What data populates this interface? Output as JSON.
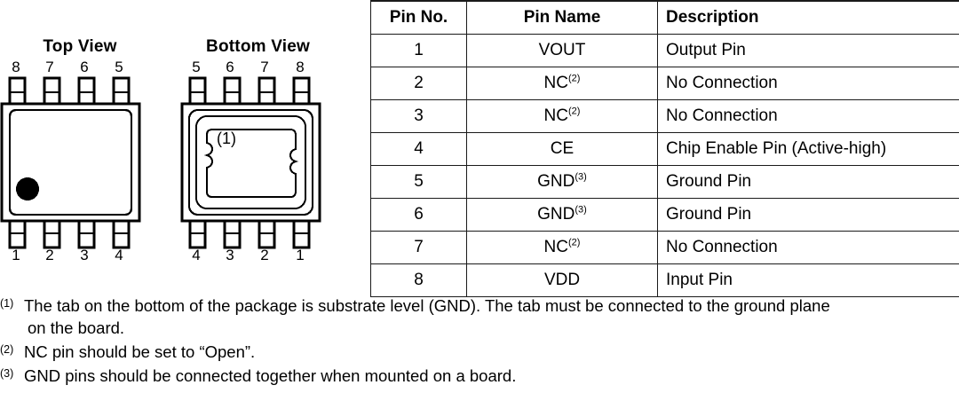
{
  "figures": {
    "top_view": {
      "title": "Top View",
      "top_pins": [
        "8",
        "7",
        "6",
        "5"
      ],
      "bottom_pins": [
        "1",
        "2",
        "3",
        "4"
      ],
      "marker_dot": "pin1-index-dot"
    },
    "bottom_view": {
      "title": "Bottom View",
      "top_pins": [
        "5",
        "6",
        "7",
        "8"
      ],
      "bottom_pins": [
        "4",
        "3",
        "2",
        "1"
      ],
      "tab_label": "(1)"
    }
  },
  "table": {
    "headers": [
      "Pin No.",
      "Pin Name",
      "Description"
    ],
    "rows": [
      {
        "no": "1",
        "name": "VOUT",
        "name_sup": "",
        "desc": "Output Pin"
      },
      {
        "no": "2",
        "name": "NC",
        "name_sup": "(2)",
        "desc": "No Connection"
      },
      {
        "no": "3",
        "name": "NC",
        "name_sup": "(2)",
        "desc": "No Connection"
      },
      {
        "no": "4",
        "name": "CE",
        "name_sup": "",
        "desc": "Chip Enable Pin (Active-high)"
      },
      {
        "no": "5",
        "name": "GND",
        "name_sup": "(3)",
        "desc": "Ground Pin"
      },
      {
        "no": "6",
        "name": "GND",
        "name_sup": "(3)",
        "desc": "Ground Pin"
      },
      {
        "no": "7",
        "name": "NC",
        "name_sup": "(2)",
        "desc": "No Connection"
      },
      {
        "no": "8",
        "name": "VDD",
        "name_sup": "",
        "desc": "Input Pin"
      }
    ]
  },
  "footnotes": [
    {
      "marker": "(1)",
      "text": "The tab on the bottom of the package is substrate level (GND). The tab must be connected to the ground plane",
      "continuation": "on the board."
    },
    {
      "marker": "(2)",
      "text": "NC pin should be set to “Open”.",
      "continuation": ""
    },
    {
      "marker": "(3)",
      "text": "GND pins should be connected together when mounted on a board.",
      "continuation": ""
    }
  ],
  "colors": {
    "ink": "#000000",
    "line": "#1a1a1a",
    "page": "#ffffff"
  }
}
